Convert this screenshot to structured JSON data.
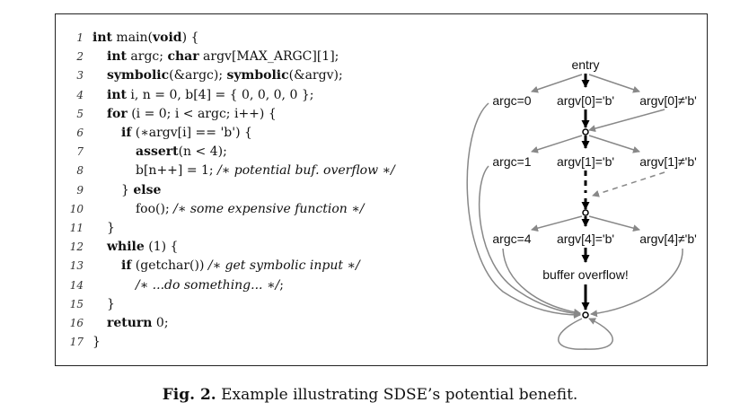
{
  "code": {
    "lines": [
      {
        "n": "1",
        "indent": 1,
        "parts": [
          [
            "kw",
            "int"
          ],
          [
            "t",
            " main("
          ],
          [
            "kw",
            "void"
          ],
          [
            "t",
            ") {"
          ]
        ]
      },
      {
        "n": "2",
        "indent": 2,
        "parts": [
          [
            "kw",
            "int"
          ],
          [
            "t",
            " argc; "
          ],
          [
            "kw",
            "char"
          ],
          [
            "t",
            " argv[MAX_ARGC][1];"
          ]
        ]
      },
      {
        "n": "3",
        "indent": 2,
        "parts": [
          [
            "kw",
            "symbolic"
          ],
          [
            "t",
            "(&argc); "
          ],
          [
            "kw",
            "symbolic"
          ],
          [
            "t",
            "(&argv);"
          ]
        ]
      },
      {
        "n": "4",
        "indent": 2,
        "parts": [
          [
            "kw",
            "int"
          ],
          [
            "t",
            " i, n = 0, b[4] = { 0, 0, 0, 0 };"
          ]
        ]
      },
      {
        "n": "5",
        "indent": 2,
        "parts": [
          [
            "kw",
            "for"
          ],
          [
            "t",
            " (i = 0; i < argc; i++) {"
          ]
        ]
      },
      {
        "n": "6",
        "indent": 3,
        "parts": [
          [
            "kw",
            "if"
          ],
          [
            "t",
            " (∗argv[i] == 'b') {"
          ]
        ]
      },
      {
        "n": "7",
        "indent": 4,
        "parts": [
          [
            "kw",
            "assert"
          ],
          [
            "t",
            "(n < 4);"
          ]
        ]
      },
      {
        "n": "8",
        "indent": 4,
        "parts": [
          [
            "t",
            "b[n++] = 1; "
          ],
          [
            "cm",
            "/∗ potential buf. overflow ∗/"
          ]
        ]
      },
      {
        "n": "9",
        "indent": 3,
        "parts": [
          [
            "t",
            "} "
          ],
          [
            "kw",
            "else"
          ]
        ]
      },
      {
        "n": "10",
        "indent": 4,
        "parts": [
          [
            "t",
            "foo(); "
          ],
          [
            "cm",
            "/∗ some expensive function ∗/"
          ]
        ]
      },
      {
        "n": "11",
        "indent": 2,
        "parts": [
          [
            "t",
            "}"
          ]
        ]
      },
      {
        "n": "12",
        "indent": 2,
        "parts": [
          [
            "kw",
            "while"
          ],
          [
            "t",
            " (1) {"
          ]
        ]
      },
      {
        "n": "13",
        "indent": 3,
        "parts": [
          [
            "kw",
            "if"
          ],
          [
            "t",
            " (getchar()) "
          ],
          [
            "cm",
            "/∗ get symbolic input ∗/"
          ]
        ]
      },
      {
        "n": "14",
        "indent": 4,
        "parts": [
          [
            "cm",
            "/∗ ...do something... ∗/"
          ],
          [
            "t",
            ";"
          ]
        ]
      },
      {
        "n": "15",
        "indent": 2,
        "parts": [
          [
            "t",
            "}"
          ]
        ]
      },
      {
        "n": "16",
        "indent": 2,
        "parts": [
          [
            "kw",
            "return"
          ],
          [
            "t",
            " 0;"
          ]
        ]
      },
      {
        "n": "17",
        "indent": 1,
        "parts": [
          [
            "t",
            "}"
          ]
        ]
      }
    ]
  },
  "graph": {
    "entry": "entry",
    "row0": [
      "argc=0",
      "argv[0]='b'",
      "argv[0]≠'b'"
    ],
    "row1": [
      "argc=1",
      "argv[1]='b'",
      "argv[1]≠'b'"
    ],
    "row4": [
      "argc=4",
      "argv[4]='b'",
      "argv[4]≠'b'"
    ],
    "overflow": "buffer overflow!"
  },
  "caption": {
    "fig": "Fig. 2.",
    "text": "Example illustrating SDSE’s potential benefit."
  }
}
